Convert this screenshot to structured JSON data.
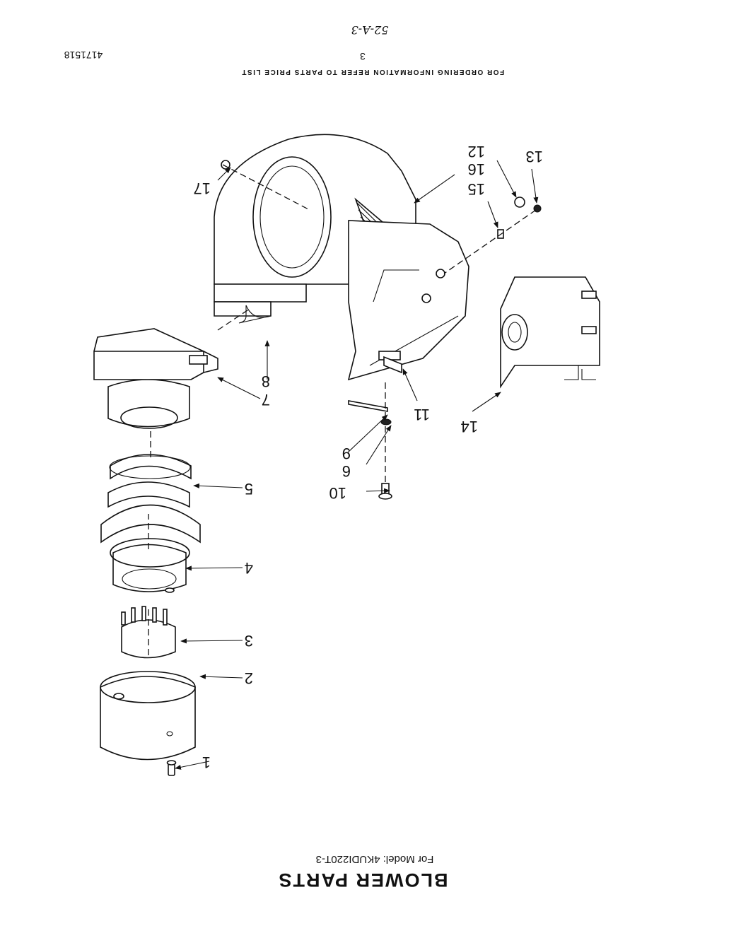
{
  "header": {
    "handwritten_code": "52-A-3",
    "page_number": "3",
    "part_number": "4171518",
    "ordering_info": "FOR ORDERING INFORMATION REFER TO PARTS PRICE LIST"
  },
  "footer": {
    "title": "BLOWER PARTS",
    "model_line": "For Model: 4KUDI220T-3"
  },
  "callouts": [
    {
      "id": "1",
      "label": "1"
    },
    {
      "id": "2",
      "label": "2"
    },
    {
      "id": "3",
      "label": "3"
    },
    {
      "id": "4",
      "label": "4"
    },
    {
      "id": "5",
      "label": "5"
    },
    {
      "id": "7",
      "label": "7"
    },
    {
      "id": "8",
      "label": "8"
    },
    {
      "id": "9",
      "label": "9"
    },
    {
      "id": "6",
      "label": "6"
    },
    {
      "id": "10",
      "label": "10"
    },
    {
      "id": "11",
      "label": "11"
    },
    {
      "id": "14",
      "label": "14"
    },
    {
      "id": "17",
      "label": "17"
    },
    {
      "id": "16",
      "label": "16"
    },
    {
      "id": "15",
      "label": "15"
    },
    {
      "id": "12",
      "label": "12"
    },
    {
      "id": "13",
      "label": "13"
    }
  ]
}
